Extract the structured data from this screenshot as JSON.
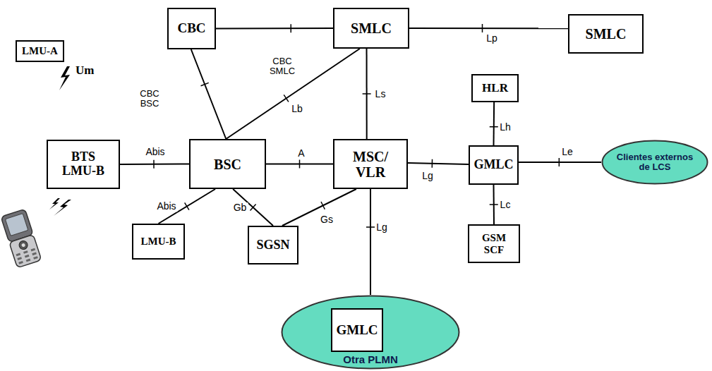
{
  "diagram": {
    "nodes": [
      {
        "text": [
          "LMU-A"
        ]
      },
      {
        "text": [
          "CBC"
        ]
      },
      {
        "text": [
          "SMLC"
        ]
      },
      {
        "text": [
          "SMLC"
        ]
      },
      {
        "text": [
          "HLR"
        ]
      },
      {
        "text": [
          "BTS LMU-B"
        ]
      },
      {
        "text": [
          "BSC"
        ]
      },
      {
        "text": [
          "MSC/ VLR"
        ]
      },
      {
        "text": [
          "GMLC"
        ]
      },
      {
        "text": [
          "Clientes externos de LCS"
        ]
      },
      {
        "text": [
          "SGSN"
        ]
      },
      {
        "text": [
          "LMU-B"
        ]
      },
      {
        "text": [
          "GSM SCF"
        ]
      },
      {
        "text": [
          "Otra PLMN"
        ]
      },
      {
        "text": [
          "GMLC"
        ],
        "in": 13
      }
    ],
    "edges": [
      {
        "from": 1,
        "to": 2,
        "label": "CBC SMLC",
        "arrow": "none"
      },
      {
        "from": 2,
        "to": 3,
        "label": "Lp",
        "arrow": "none"
      },
      {
        "from": 1,
        "to": 6,
        "label": "CBC BSC",
        "arrow": "none"
      },
      {
        "from": 2,
        "to": 6,
        "label": "Lb",
        "arrow": "none"
      },
      {
        "from": 2,
        "to": 7,
        "label": "Ls",
        "arrow": "none"
      },
      {
        "from": 5,
        "to": 6,
        "label": "Abis",
        "arrow": "none"
      },
      {
        "from": 6,
        "to": 7,
        "label": "A",
        "arrow": "none"
      },
      {
        "from": 6,
        "to": 11,
        "label": "Abis",
        "arrow": "none"
      },
      {
        "from": 6,
        "to": 10,
        "label": "Gb",
        "arrow": "none"
      },
      {
        "from": 7,
        "to": 10,
        "label": "Gs",
        "arrow": "none"
      },
      {
        "from": 7,
        "to": 8,
        "label": "Lg",
        "arrow": "none"
      },
      {
        "from": 8,
        "to": 4,
        "label": "Lh",
        "arrow": "none"
      },
      {
        "from": 8,
        "to": 9,
        "label": "Le",
        "arrow": "none"
      },
      {
        "from": 8,
        "to": 12,
        "label": "Lc",
        "arrow": "none"
      },
      {
        "from": 7,
        "to": 13,
        "label": "Lg",
        "arrow": "none"
      }
    ],
    "labels": [
      "Um"
    ]
  }
}
